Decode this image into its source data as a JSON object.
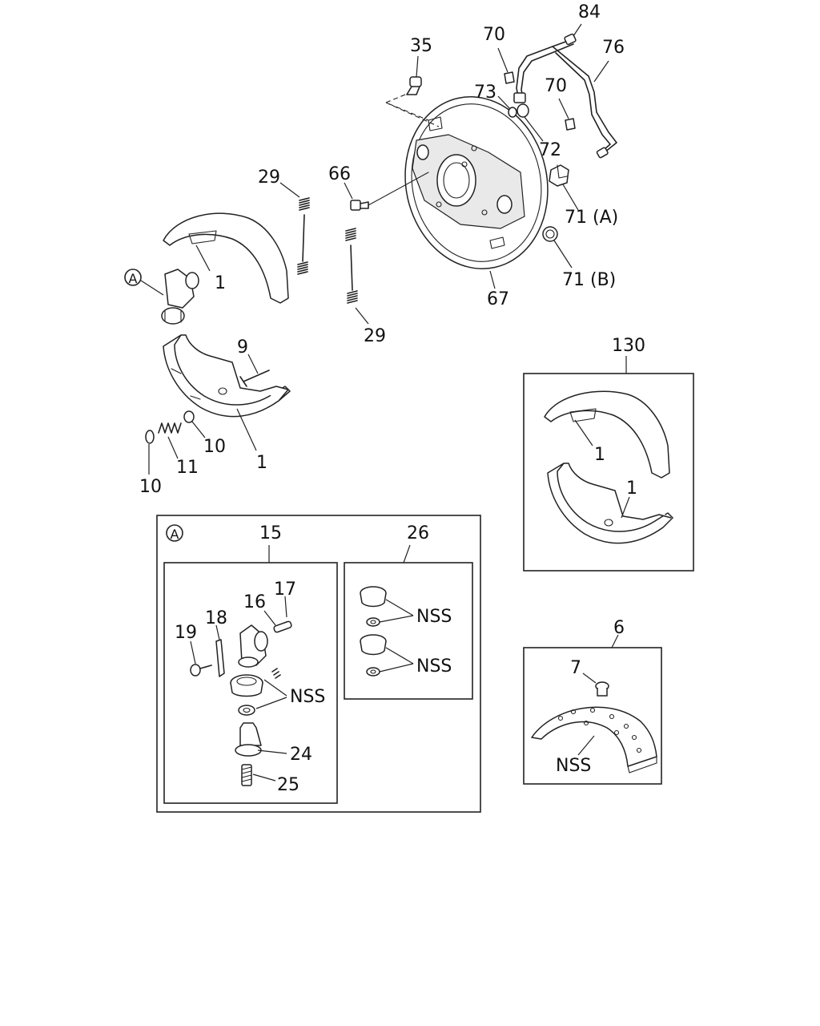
{
  "labels": {
    "p35": "35",
    "p70a": "70",
    "p84": "84",
    "p76": "76",
    "p73": "73",
    "p70b": "70",
    "p72": "72",
    "p66": "66",
    "p29a": "29",
    "p71a": "71 (A)",
    "p71b": "71 (B)",
    "p67": "67",
    "p29b": "29",
    "p1a": "1",
    "pA": "A",
    "p9": "9",
    "p10a": "10",
    "p10b": "10",
    "p11": "11",
    "p1b": "1",
    "p130": "130",
    "p1c": "1",
    "p1d": "1",
    "p6": "6",
    "p7": "7",
    "nss_lining": "NSS"
  },
  "inset_a": {
    "marker": "A",
    "p15": "15",
    "p26": "26",
    "p16": "16",
    "p17": "17",
    "p18": "18",
    "p19": "19",
    "nss1": "NSS",
    "p24": "24",
    "p25": "25",
    "nss2": "NSS",
    "nss3": "NSS"
  }
}
